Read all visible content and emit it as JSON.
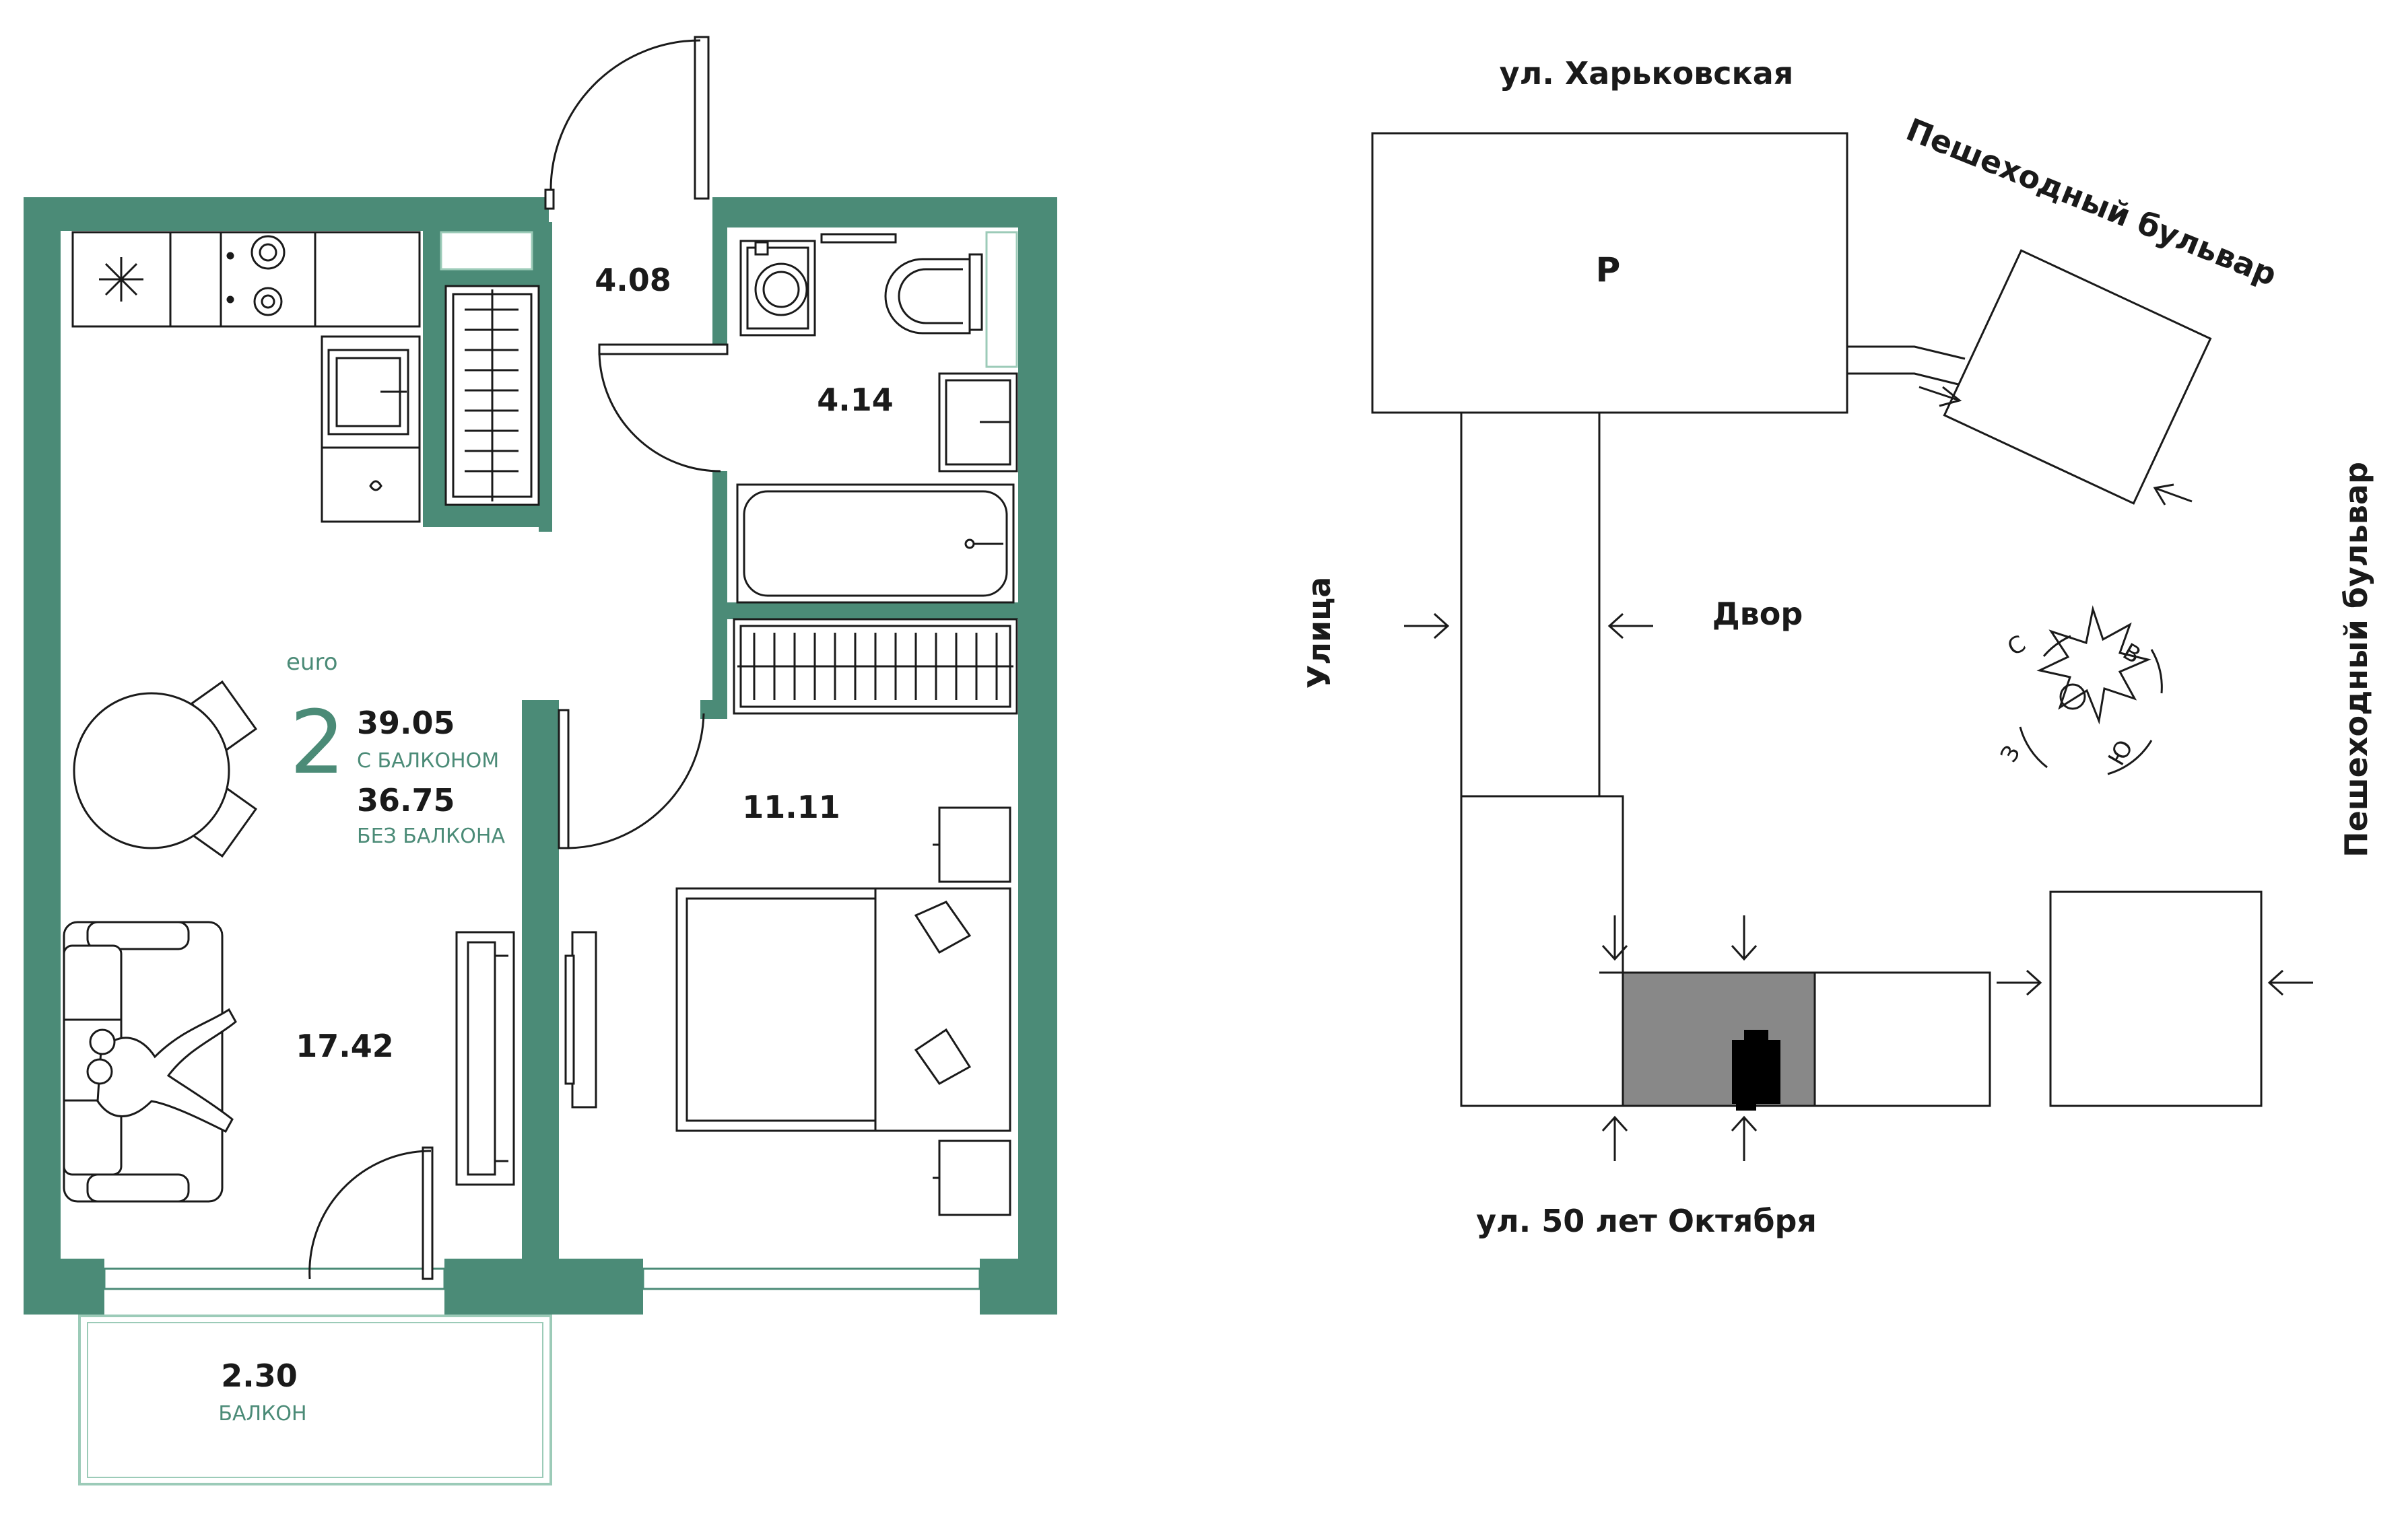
{
  "colors": {
    "wall": "#4b8b77",
    "accent": "#4b8b77",
    "line": "#1a1a1a",
    "light_line": "#9ccbb8",
    "shade": "#888888",
    "background": "#ffffff"
  },
  "plan": {
    "rooms": [
      {
        "id": "hall",
        "area": "4.08"
      },
      {
        "id": "bathroom",
        "area": "4.14"
      },
      {
        "id": "bedroom",
        "area": "11.11"
      },
      {
        "id": "living-kitchen",
        "area": "17.42"
      },
      {
        "id": "balcony",
        "area": "2.30",
        "caption": "БАЛКОН"
      }
    ],
    "summary": {
      "type_label": "euro",
      "rooms_count": "2",
      "area_with_balcony": "39.05",
      "with_balcony_label": "С БАЛКОНОМ",
      "area_without_balcony": "36.75",
      "without_balcony_label": "БЕЗ БАЛКОНА"
    },
    "icons": [
      "fridge-icon",
      "stove-icon",
      "sink-icon",
      "washing-machine-icon",
      "toilet-icon",
      "bathtub-icon",
      "bed-icon",
      "radiator-icon",
      "sofa-icon",
      "dining-table-icon",
      "tv-stand-icon"
    ]
  },
  "site": {
    "streets": {
      "top": "ул. Харьковская",
      "bottom": "ул. 50 лет Октября",
      "left": "Улица",
      "right": "Пешеходный бульвар",
      "diagonal": "Пешеходный бульвар"
    },
    "parking_label": "P",
    "courtyard_label": "Двор",
    "compass": {
      "north": "С",
      "east": "В",
      "south": "Ю",
      "west": "З"
    }
  }
}
